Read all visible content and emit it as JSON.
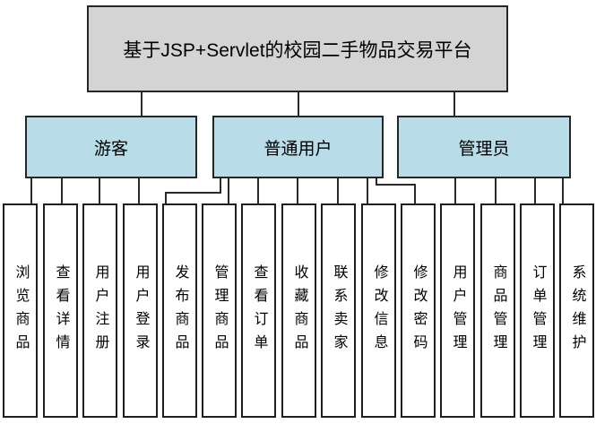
{
  "diagram": {
    "title": "基于JSP+Servlet的校园二手物品交易平台",
    "roles": [
      {
        "label": "游客",
        "children": [
          "浏览商品",
          "查看详情",
          "用户注册",
          "用户登录"
        ]
      },
      {
        "label": "普通用户",
        "children": [
          "发布商品",
          "管理商品",
          "查看订单",
          "收藏商品",
          "联系卖家",
          "修改信息",
          "修改密码"
        ]
      },
      {
        "label": "管理员",
        "children": [
          "用户管理",
          "商品管理",
          "订单管理",
          "系统维护"
        ]
      }
    ],
    "colors": {
      "root_fill": "#d4d4d4",
      "role_fill": "#b8dce8",
      "leaf_fill": "#ffffff",
      "line": "#2a2a2a"
    }
  }
}
